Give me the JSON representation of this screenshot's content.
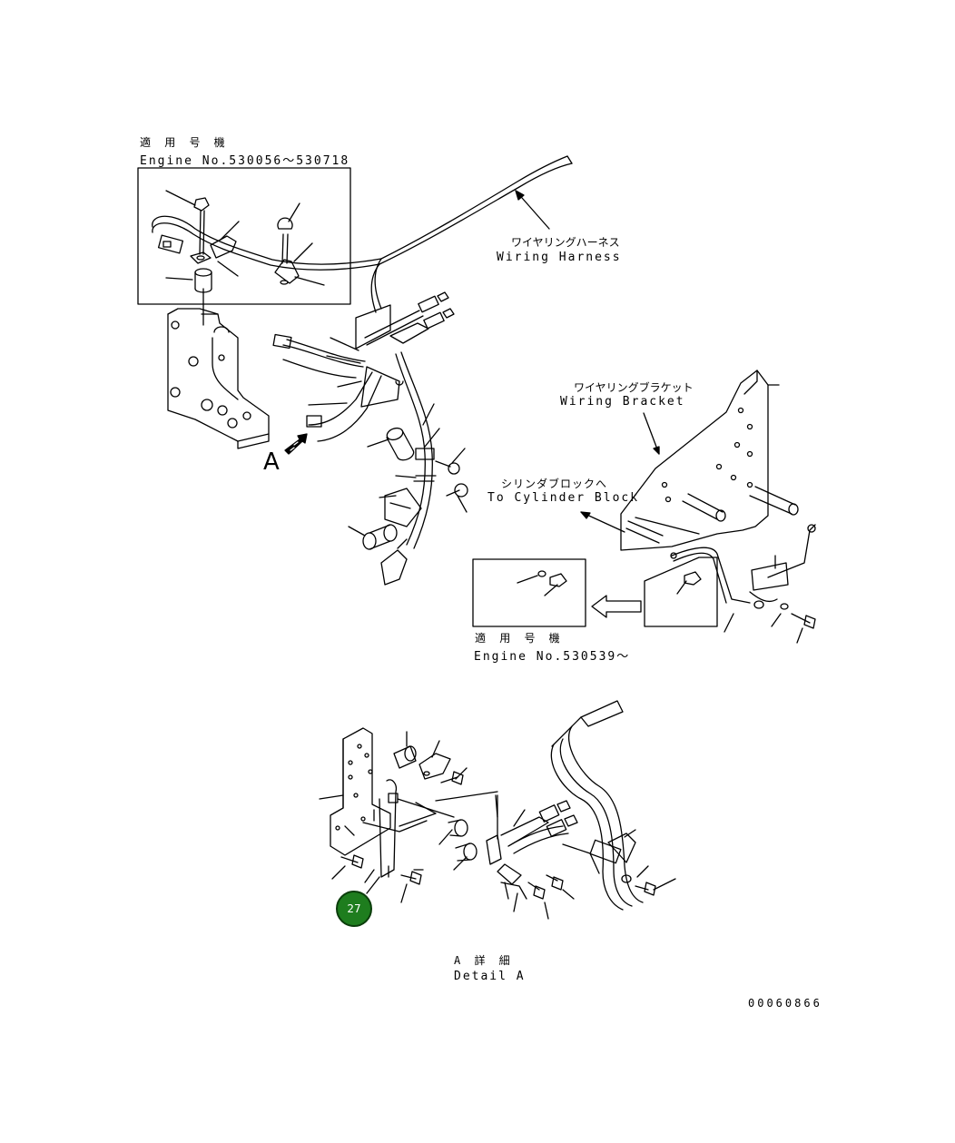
{
  "top_inset": {
    "applicable_label": "適 用 号 機",
    "engine_range": "Engine No.530056～530718"
  },
  "harness": {
    "label_jp": "ワイヤリングハーネス",
    "label_en": "Wiring Harness"
  },
  "bracket": {
    "label_jp": "ワイヤリングブラケット",
    "label_en": "Wiring Bracket"
  },
  "cylinder": {
    "label_jp": "シリンダブロックへ",
    "label_en": "To Cylinder Block"
  },
  "view_marker": "A",
  "right_inset": {
    "applicable_label": "適 用 号 機",
    "engine_range": "Engine No.530539～"
  },
  "detail": {
    "title_jp": "A 詳 細",
    "title_en": "Detail A"
  },
  "callout": {
    "number": "27",
    "color": "#1e7d1e"
  },
  "drawing_number": "00060866",
  "icons": [
    "arrow-icon",
    "view-arrow-icon",
    "bolt-icon",
    "spacer-icon",
    "clamp-icon",
    "connector-icon"
  ]
}
